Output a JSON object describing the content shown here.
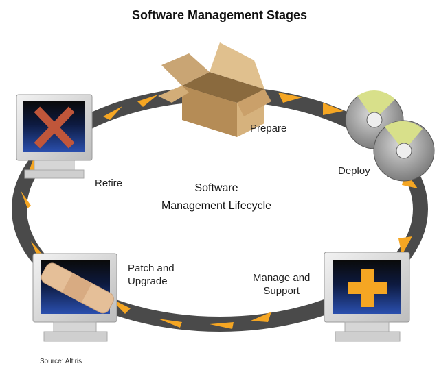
{
  "title": "Software Management Stages",
  "center_label_line1": "Software",
  "center_label_line2": "Management Lifecycle",
  "stages": {
    "prepare": "Prepare",
    "deploy": "Deploy",
    "manage_line1": "Manage and",
    "manage_line2": "Support",
    "patch_line1": "Patch and",
    "patch_line2": "Upgrade",
    "retire": "Retire"
  },
  "source": "Source: Altiris",
  "colors": {
    "ring": "#4a4a4a",
    "arrow": "#f5a623",
    "screen_blue": "#1f3f8a",
    "box": "#c9a574",
    "x_mark": "#c0563a"
  }
}
